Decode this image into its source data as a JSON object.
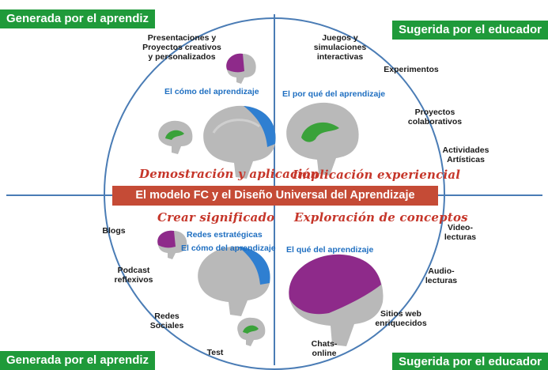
{
  "corner_tags": {
    "top_left": "Generada por el aprendiz",
    "top_right": "Sugerida por el educador",
    "bottom_left": "Generada por el aprendiz",
    "bottom_right": "Sugerida por el educador"
  },
  "center_banner": "El modelo FC y el Diseño Universal del Aprendizaje",
  "quadrant_titles": {
    "top_left": "Demostración y aplicación",
    "top_right": "Implicación experiencial",
    "bottom_left": "Crear significado",
    "bottom_right": "Exploración de conceptos"
  },
  "blue_labels": {
    "top_left": "El cómo del aprendizaje",
    "top_right": "El por qué del aprendizaje",
    "bottom_left_1": "Redes estratégicas",
    "bottom_left_2": "El cómo del aprendizaje",
    "bottom_right": "El qué del aprendizaje"
  },
  "activities": {
    "presentaciones": "Presentaciones y\nProyectos creativos\ny personalizados",
    "juegos": "Juegos y\nsimulaciones\ninteractivas",
    "experimentos": "Experimentos",
    "proyectos": "Proyectos\ncolaborativos",
    "actividades": "Actividades\nArtísticas",
    "blogs": "Blogs",
    "podcast": "Podcast\nreflexivos",
    "redes": "Redes\nSociales",
    "test": "Test",
    "chats": "Chats-\nonline",
    "sitios": "Sitios web\nenriquecidos",
    "audio": "Audio-\nlecturas",
    "video": "Video-\nlecturas"
  },
  "colors": {
    "tag_green": "#1f9a3a",
    "banner_red": "#c54b36",
    "axis_blue": "#4a7cb5",
    "label_blue": "#1f6fc1",
    "quadrant_red": "#c6362a",
    "brain_gray": "#b9b9b9",
    "brain_purple": "#8e2a8a",
    "brain_blue": "#2f7fd1",
    "brain_green": "#3aa23a"
  }
}
